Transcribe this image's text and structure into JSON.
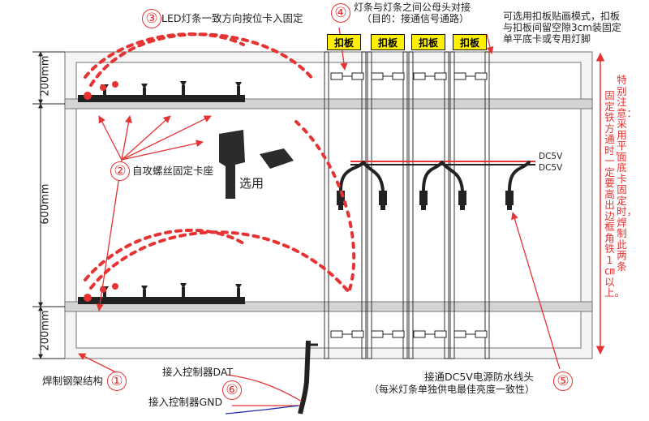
{
  "labels": {
    "n1": "焊制钢架结构",
    "n2": "自攻螺丝固定卡座",
    "n3": "LED灯条一致方向按位卡入固定",
    "n4_line1": "灯条与灯条之间公母头对接",
    "n4_line2": "（目的：接通信号通路）",
    "n5_line1": "接通DC5V电源防水线头",
    "n5_line2": "（每米灯条单独供电最佳亮度一致性）",
    "n6_dat": "接入控制器DAT",
    "n6_gnd": "接入控制器GND",
    "optional": "选用",
    "buckle_note_line1": "可选用扣板贴画模式，扣板",
    "buckle_note_line2": "与扣板间留空隙3cm装固定",
    "buckle_note_line3": "单平底卡或专用灯脚",
    "dc5v_1": "DC5V",
    "dc5v_2": "DC5V"
  },
  "markers": {
    "m1": "①",
    "m2": "②",
    "m3": "③",
    "m4": "④",
    "m5": "⑤",
    "m6": "⑥"
  },
  "buckles": [
    "扣板",
    "扣板",
    "扣板",
    "扣板"
  ],
  "dimensions": {
    "top": "200mm",
    "middle": "600mm",
    "bottom": "200mm"
  },
  "side_notes": {
    "col1": "特别注意：采用平面底卡固定时，焊制此两条",
    "col2": "固定铁方通时，一定要高出边框角铁1㎝以上。"
  },
  "colors": {
    "red": "#e53333",
    "yellow": "#ffef00",
    "frame": "#9a9a9a"
  }
}
